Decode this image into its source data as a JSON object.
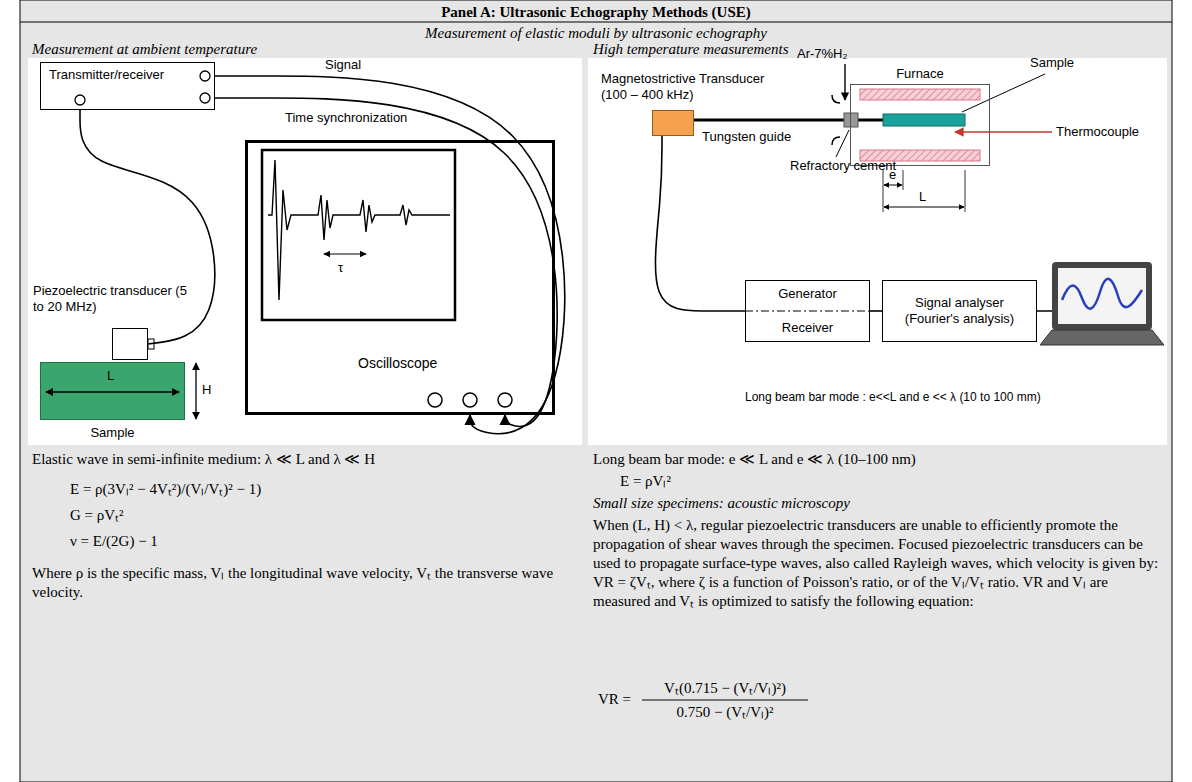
{
  "diagram": {
    "title": "Panel A: Ultrasonic Echography Methods (USE)",
    "nodes": [
      {
        "text": [
          "Transmitter/receiver"
        ]
      },
      {
        "text": [
          "Oscilloscope"
        ]
      },
      {
        "text": [
          "Piezoelectric transducer (5 to 20 MHz)"
        ]
      },
      {
        "text": [
          "Sample"
        ]
      },
      {
        "text": [
          "Magnetostrictive Transducer (100 – 400 kHz)"
        ]
      },
      {
        "text": [
          "Furnace"
        ]
      },
      {
        "text": [
          "Generator",
          "Receiver"
        ]
      },
      {
        "text": [
          "Signal analyser (Fourier's analysis)"
        ]
      }
    ],
    "edges": [
      {
        "from": 2,
        "to": 0,
        "arrow": "none"
      },
      {
        "from": 0,
        "to": 1,
        "label": "Signal",
        "arrow": "to"
      },
      {
        "from": 0,
        "to": 1,
        "label": "Time synchronization",
        "arrow": "to"
      },
      {
        "from": 4,
        "to": 6,
        "arrow": "none"
      },
      {
        "from": 6,
        "to": 7,
        "arrow": "none"
      }
    ],
    "labels": [
      "Measurement of elastic moduli by ultrasonic echography",
      "Measurement at ambient temperature",
      "High temperature measurements",
      "τ",
      "L",
      "H",
      "Ar-7%H₂",
      "Tungsten guide",
      "Refractory cement",
      "Sample",
      "Thermocouple",
      "e",
      "L",
      "Long beam bar mode : e<<L and e << λ (10 to 100 mm)",
      "Elastic wave in semi-infinite medium: λ ≪ L and λ ≪ H",
      "E = ρ(3Vₗ² − 4Vₜ²)/(Vₗ/Vₜ)² − 1)",
      "G = ρVₜ²",
      "ν = E/(2G) − 1",
      "Where ρ is the specific mass, Vₗ the longitudinal wave velocity, Vₜ the transverse wave velocity.",
      "Long beam bar mode: e ≪ L and e ≪ λ (10–100 nm)",
      "E = ρVₗ²",
      "Small size specimens: acoustic microscopy",
      "When (L, H) < λ, regular piezoelectric transducers are unable to efficiently promote the propagation of shear waves through the specimen. Focused piezoelectric transducers can be used to propagate surface-type waves, also called Rayleigh waves, which velocity is given by: VR = ζVₜ, where ζ is a function of Poisson's ratio, or of the Vₗ/Vₜ ratio. VR and Vₗ are measured and Vₜ is optimized to satisfy the following equation:",
      "VR =",
      "Vₜ(0.715 − (Vₜ/Vₗ)²)",
      "0.750 − (Vₜ/Vₗ)²"
    ]
  }
}
